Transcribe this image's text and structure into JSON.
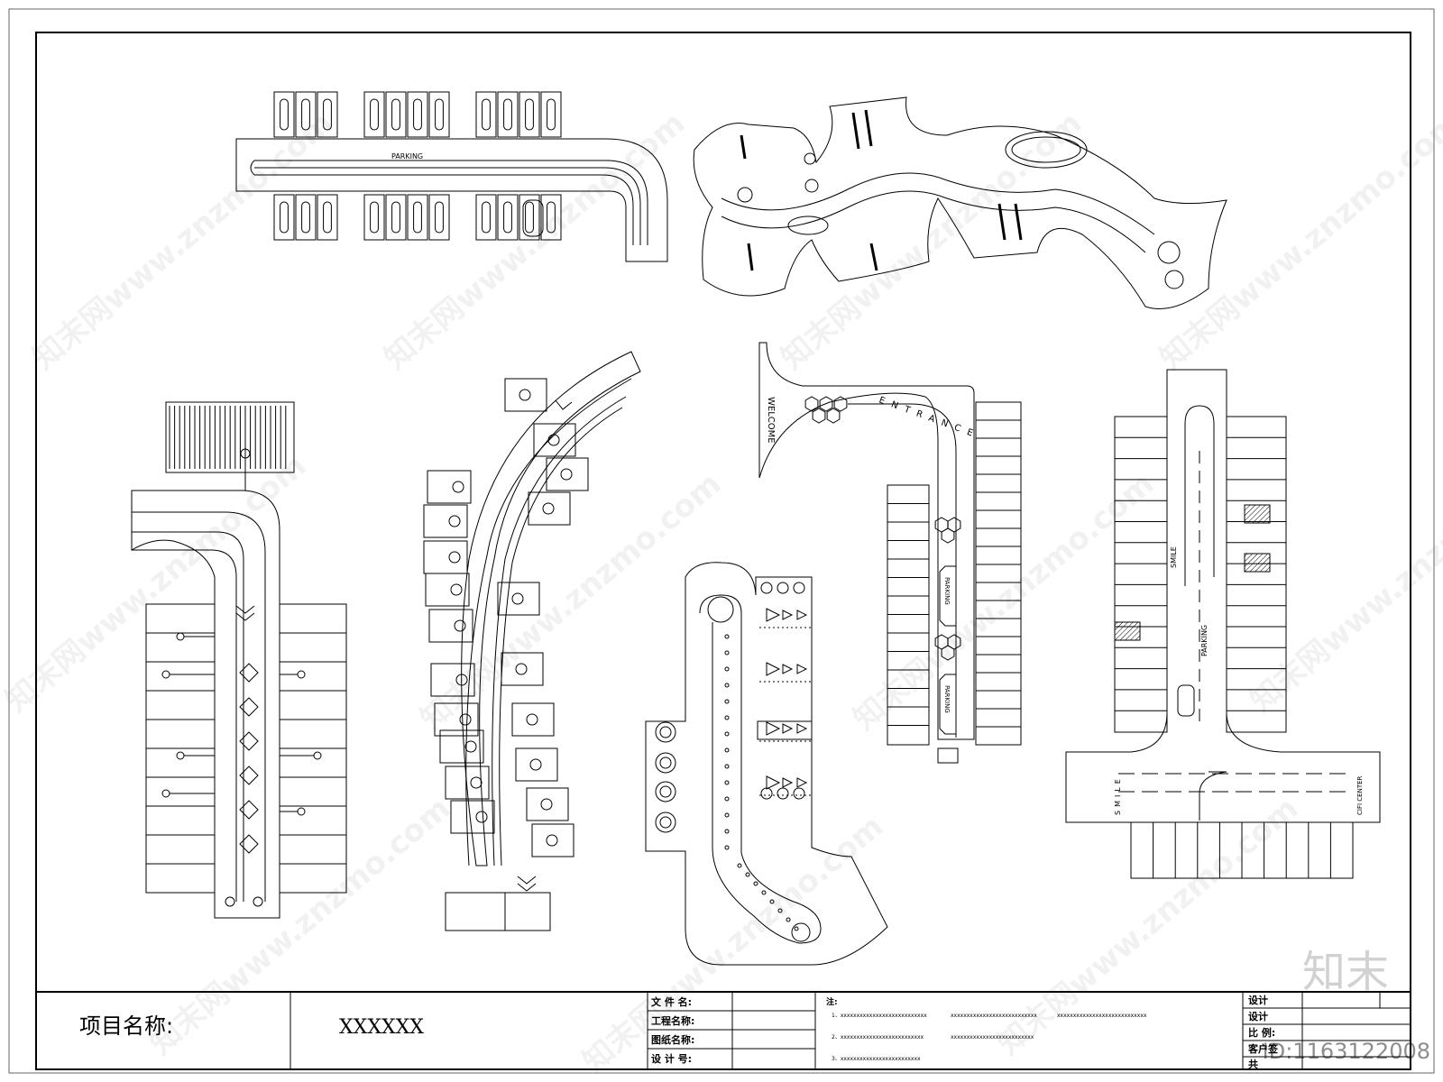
{
  "drawing": {
    "plan1_label": "PARKING",
    "plan4_welcome": "WELCOME",
    "plan4_entrance": "ENTRANCE",
    "plan4_parking_a": "PARKING",
    "plan4_parking_b": "PARKING",
    "plan6_smile_top": "SMILE",
    "plan6_parking": "PARKING",
    "plan6_smile_bottom": "SMILE",
    "plan6_center": "CIFI CENTER"
  },
  "title_block": {
    "project_label": "项目名称:",
    "project_value": "XXXXXX",
    "file_name": "文 件 名:",
    "project_title": "工程名称:",
    "drawing_title": "图纸名称:",
    "design_no": "设 计 号:",
    "notes_label": "注:",
    "note1a": "1、xxxxxxxxxxxxxxxxxxxxxxxxxxx",
    "note1b": "xxxxxxxxxxxxxxxxxxxxxxxxxxx",
    "note1c": "xxxxxxxxxxxxxxxxxxxxxxxxxxxx",
    "note2a": "2、xxxxxxxxxxxxxxxxxxxxxxxxxx",
    "note2b": "xxxxxxxxxxxxxxxxxxxxxxxxxx",
    "note3": "3、xxxxxxxxxxxxxxxxxxxxxxxxx",
    "r_design": "设计",
    "r_design_b": "设计",
    "r_scale": "比  例:",
    "r_client": "客户签",
    "r_total": "共"
  },
  "watermark": {
    "text": "知末网www.znzmo.com",
    "logo": "知末",
    "image_id": "ID:1163122008"
  }
}
